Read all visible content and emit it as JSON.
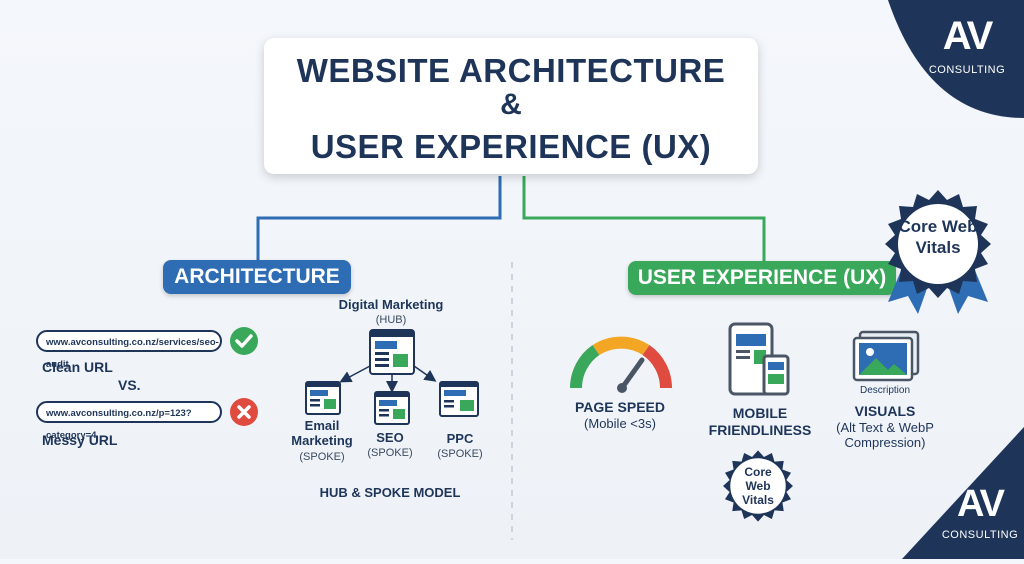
{
  "title": {
    "line1": "WEBSITE ARCHITECTURE",
    "line2": "&",
    "line3": "USER EXPERIENCE (UX)"
  },
  "logo": {
    "letters": "AV",
    "word": "CONSULTING"
  },
  "architecture": {
    "label": "ARCHITECTURE",
    "clean_url": "www.avconsulting.co.nz/services/seo-audit",
    "clean_label": "Clean URL",
    "vs": "VS.",
    "messy_url": "www.avconsulting.co.nz/p=123?category=4",
    "messy_label": "Messy URL",
    "hub_title": "Digital Marketing",
    "hub_sub": "(HUB)",
    "spokes": [
      {
        "name1": "Email",
        "name2": "Marketing",
        "sub": "(SPOKE)"
      },
      {
        "name1": "SEO",
        "name2": "",
        "sub": "(SPOKE)"
      },
      {
        "name1": "PPC",
        "name2": "",
        "sub": "(SPOKE)"
      }
    ],
    "model_label": "HUB & SPOKE MODEL"
  },
  "ux": {
    "label": "USER EXPERIENCE (UX)",
    "badge_large_line1": "Core Web",
    "badge_large_line2": "Vitals",
    "badge_small_line1": "Core",
    "badge_small_line2": "Web",
    "badge_small_line3": "Vitals",
    "page_speed": "PAGE SPEED",
    "page_speed_sub": "(Mobile <3s)",
    "mobile_line1": "MOBILE",
    "mobile_line2": "FRIENDLINESS",
    "visuals_desc": "Description",
    "visuals": "VISUALS",
    "visuals_sub1": "(Alt Text & WebP",
    "visuals_sub2": "Compression)"
  },
  "colors": {
    "navy": "#1e3559",
    "blue": "#2e6db4",
    "green": "#3aa85a",
    "red": "#e04b3f",
    "yellow": "#f2a623"
  }
}
